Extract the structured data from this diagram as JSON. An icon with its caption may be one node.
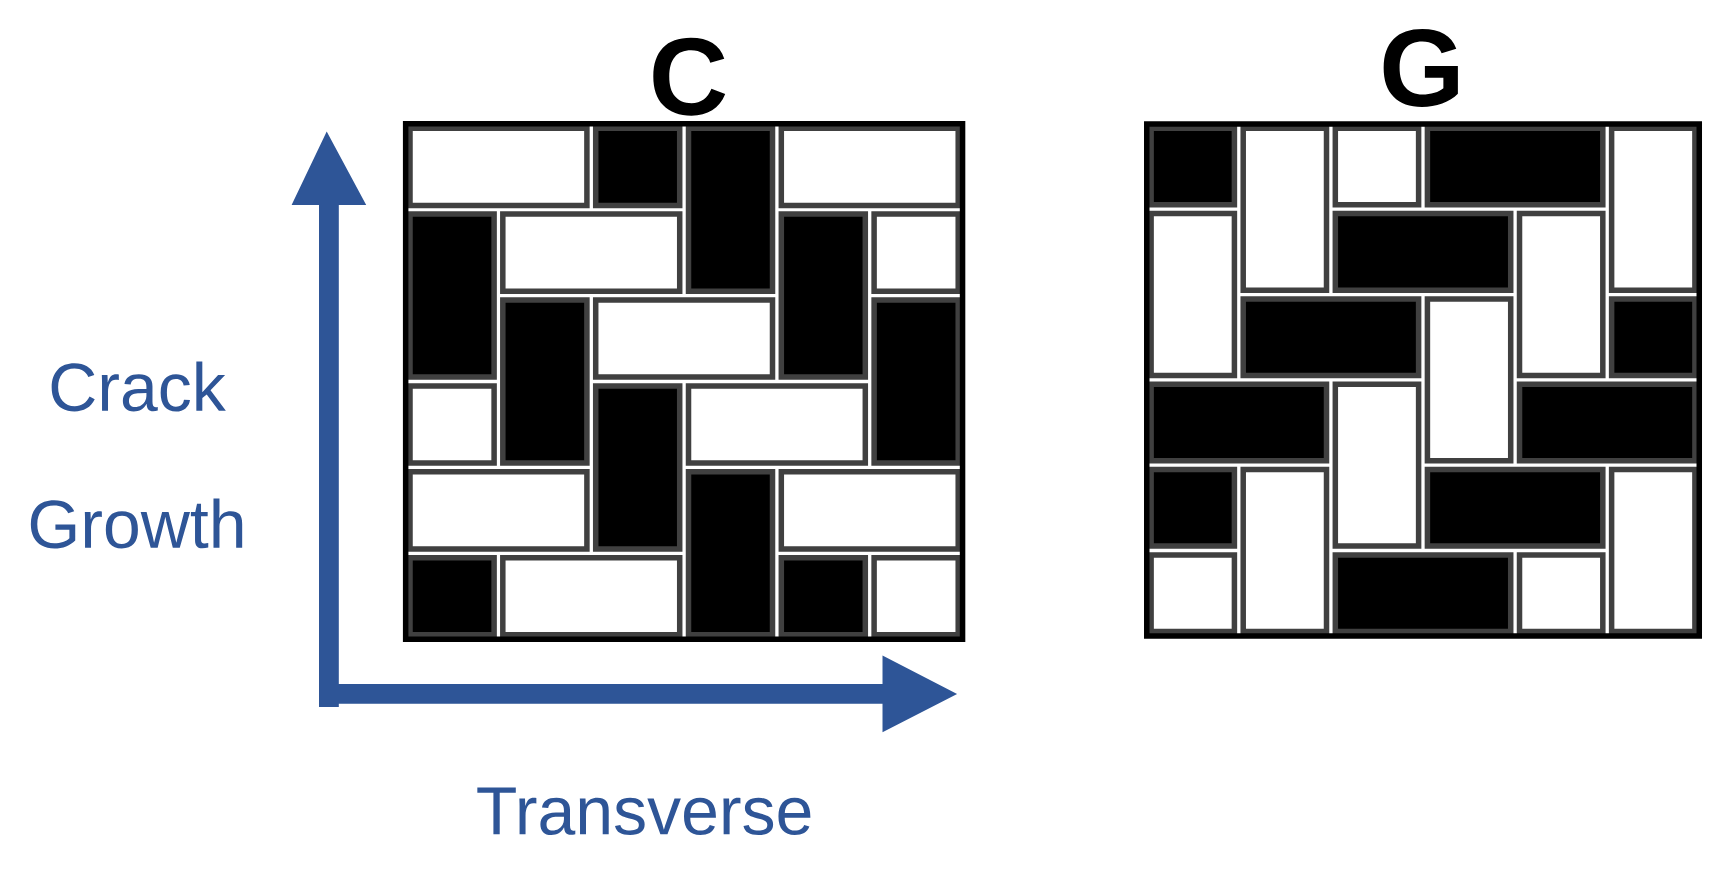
{
  "diagram": {
    "nodes": [
      {
        "text": [
          "C"
        ]
      },
      {
        "text": [
          "G"
        ]
      }
    ],
    "labels": [
      "Crack Growth",
      "Transverse"
    ]
  }
}
